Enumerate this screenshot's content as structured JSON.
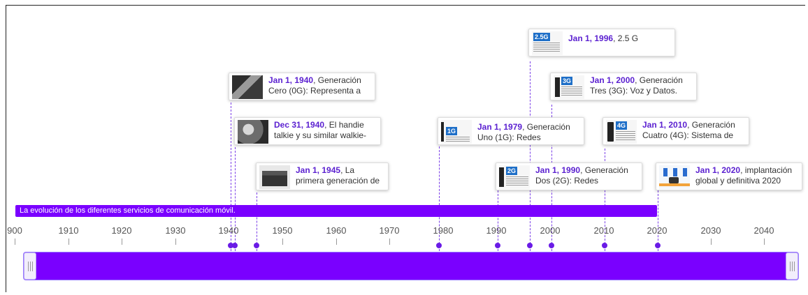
{
  "banner": "La evolución de los diferentes servicios de comunicación móvil.",
  "axis_ticks": [
    "900",
    "1910",
    "1920",
    "1930",
    "1940",
    "1950",
    "1960",
    "1970",
    "1980",
    "1990",
    "2000",
    "2010",
    "2020",
    "2030",
    "2040"
  ],
  "events": [
    {
      "date": "Jan 1, 1996",
      "text": ", 2.5 G",
      "badge": "2.5G"
    },
    {
      "date": "Jan 1, 1940",
      "text": ", Generación Cero (0G): Representa a"
    },
    {
      "date": "Jan 1, 2000",
      "text": ", Generación Tres (3G): Voz y Datos.",
      "badge": "3G"
    },
    {
      "date": "Dec 31, 1940",
      "text": ", El handie talkie y su similar walkie-"
    },
    {
      "date": "Jan 1, 1979",
      "text": ", Generación Uno (1G): Redes",
      "badge": "1G"
    },
    {
      "date": "Jan 1, 2010",
      "text": ", Generación Cuatro (4G): Sistema de",
      "badge": "4G"
    },
    {
      "date": "Jan 1, 1945",
      "text": ", La primera generación de celulares"
    },
    {
      "date": "Jan 1, 1990",
      "text": ", Generación Dos (2G): Redes",
      "badge": "2G"
    },
    {
      "date": "Jan 1, 2020",
      "text": ", implantación global y definitiva 2020"
    }
  ]
}
